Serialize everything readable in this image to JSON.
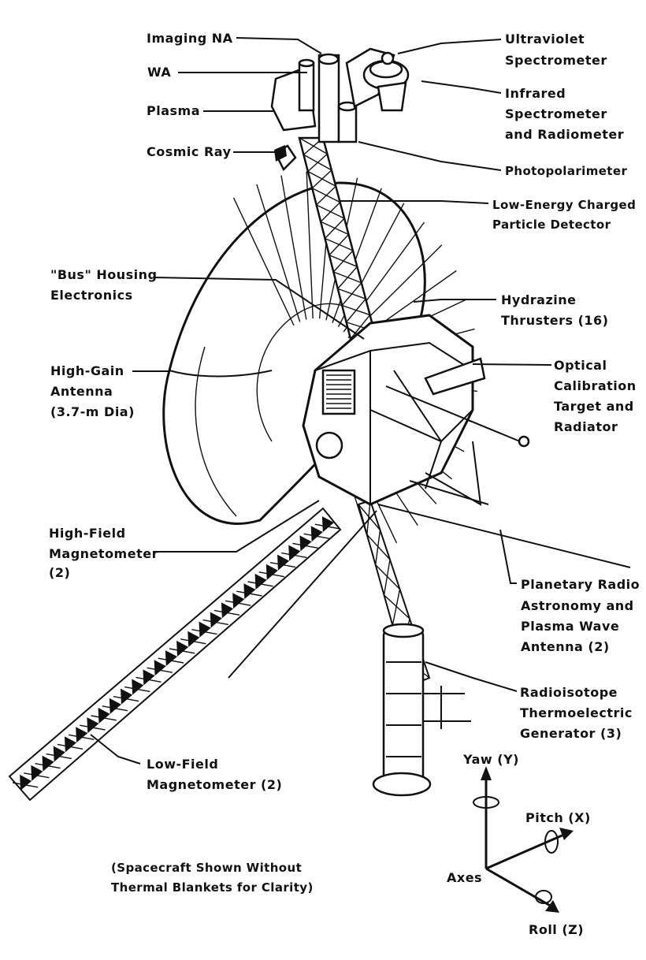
{
  "labels": {
    "imaging_na": "Imaging NA",
    "wa": "WA",
    "plasma": "Plasma",
    "cosmic_ray": "Cosmic Ray",
    "uv_1": "Ultraviolet",
    "uv_2": "Spectrometer",
    "ir_1": "Infrared",
    "ir_2": "Spectrometer",
    "ir_3": "and Radiometer",
    "photopolarimeter": "Photopolarimeter",
    "lecp_1": "Low-Energy Charged",
    "lecp_2": "Particle Detector",
    "bus_1": "\"Bus\" Housing",
    "bus_2": "Electronics",
    "hydrazine_1": "Hydrazine",
    "hydrazine_2": "Thrusters (16)",
    "hga_1": "High-Gain",
    "hga_2": "Antenna",
    "hga_3": "(3.7-m Dia)",
    "optical_1": "Optical",
    "optical_2": "Calibration",
    "optical_3": "Target and",
    "optical_4": "Radiator",
    "hfm_1": "High-Field",
    "hfm_2": "Magnetometer",
    "hfm_3": "(2)",
    "pra_1": "Planetary Radio",
    "pra_2": "Astronomy and",
    "pra_3": "Plasma Wave",
    "pra_4": "Antenna (2)",
    "rtg_1": "Radioisotope",
    "rtg_2": "Thermoelectric",
    "rtg_3": "Generator (3)",
    "lfm_1": "Low-Field",
    "lfm_2": "Magnetometer (2)",
    "note_1": "(Spacecraft Shown Without",
    "note_2": "Thermal Blankets for Clarity)"
  },
  "axes": {
    "yaw": "Yaw (Y)",
    "pitch": "Pitch (X)",
    "axes": "Axes",
    "roll": "Roll (Z)"
  }
}
